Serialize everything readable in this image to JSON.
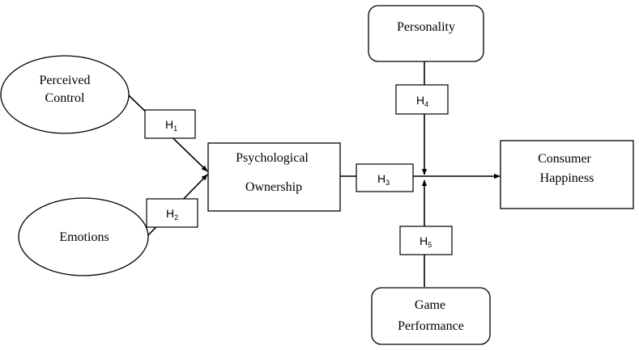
{
  "nodes": {
    "perceived_control": [
      "Perceived",
      "Control"
    ],
    "emotions": [
      "Emotions"
    ],
    "psychological_ownership": [
      "Psychological",
      "Ownership"
    ],
    "consumer_happiness": [
      "Consumer",
      "Happiness"
    ],
    "personality": [
      "Personality"
    ],
    "game_performance": [
      "Game",
      "Performance"
    ]
  },
  "hypotheses": {
    "h1": {
      "letter": "H",
      "sub": "1"
    },
    "h2": {
      "letter": "H",
      "sub": "2"
    },
    "h3": {
      "letter": "H",
      "sub": "3"
    },
    "h4": {
      "letter": "H",
      "sub": "4"
    },
    "h5": {
      "letter": "H",
      "sub": "5"
    }
  }
}
